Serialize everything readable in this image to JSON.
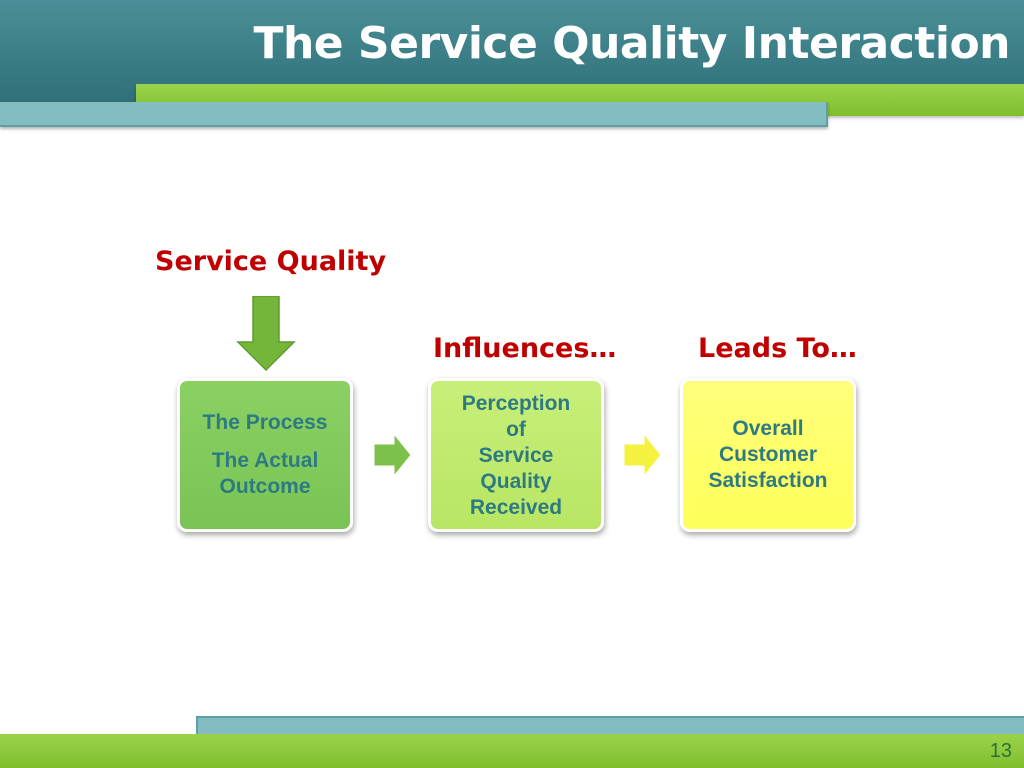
{
  "slide": {
    "title": "The Service Quality Interaction",
    "page_number": "13"
  },
  "diagram": {
    "top_label": "Service Quality",
    "connector_labels": [
      "Influences…",
      "Leads To…"
    ],
    "boxes": [
      {
        "lines": [
          "The Process",
          "The Actual",
          "Outcome"
        ]
      },
      {
        "lines": [
          "Perception",
          "of",
          "Service",
          "Quality",
          "Received"
        ]
      },
      {
        "lines": [
          "Overall",
          "Customer",
          "Satisfaction"
        ]
      }
    ]
  },
  "colors": {
    "header": "#2f7079",
    "accent_green": "#7fbf2e",
    "label_red": "#c00000",
    "box_text": "#2e7a83",
    "box1_fill": "#79c455",
    "box2_fill": "#b8e663",
    "box3_fill": "#ffff5a"
  }
}
